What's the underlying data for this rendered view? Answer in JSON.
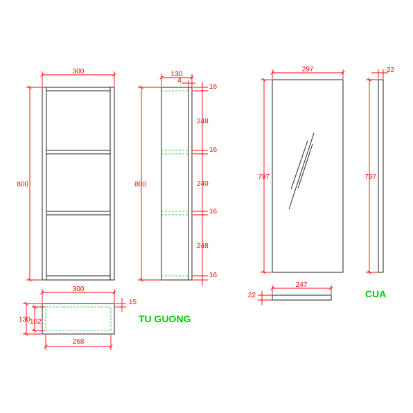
{
  "cabinet": {
    "front": {
      "width": "300",
      "height": "800"
    },
    "side": {
      "width": "130",
      "back": "4",
      "top": "16",
      "gap1": "248",
      "shelf1": "16",
      "gap2": "240",
      "shelf2": "16",
      "gap3": "248",
      "bottom": "16",
      "height": "800"
    },
    "plan": {
      "width": "300",
      "inner_width": "268",
      "depth": "130",
      "inner_depth": "102",
      "panel": "15"
    },
    "label": "TU GUONG"
  },
  "door": {
    "front": {
      "width": "297",
      "height": "797"
    },
    "side": {
      "thickness": "22",
      "height": "797"
    },
    "plan": {
      "width": "247",
      "thickness": "22"
    },
    "label": "CUA"
  },
  "colors": {
    "dimension": "#ff0000",
    "outline": "#222222",
    "hidden": "#00cc00",
    "label": "#00cc00"
  }
}
